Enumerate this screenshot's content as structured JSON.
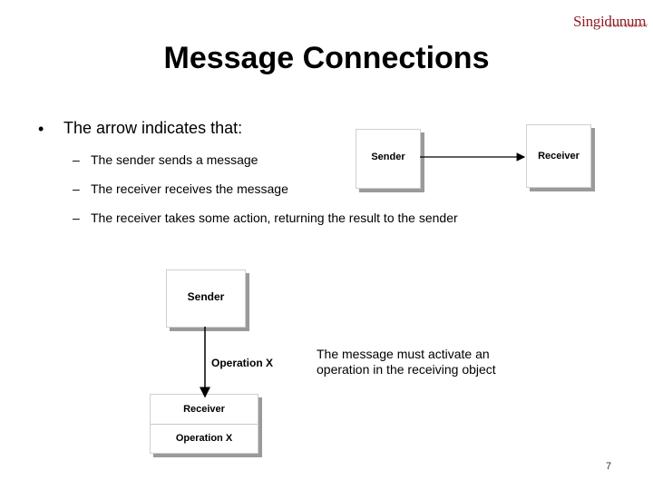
{
  "logo": {
    "name": "Singidunum",
    "subtitle": "UNIVERSITY"
  },
  "slide": {
    "title": "Message Connections",
    "bullet": "The arrow indicates that:",
    "sub_bullets": [
      "The sender sends a message",
      "The receiver receives the message",
      "The receiver takes some action, returning the result to the sender"
    ],
    "page_number": "7"
  },
  "diagram_top": {
    "sender": "Sender",
    "receiver": "Receiver"
  },
  "diagram_bottom": {
    "sender": "Sender",
    "operation_label": "Operation X",
    "receiver": "Receiver",
    "receiver_operation": "Operation X",
    "note": "The message must activate an operation in the receiving object"
  }
}
